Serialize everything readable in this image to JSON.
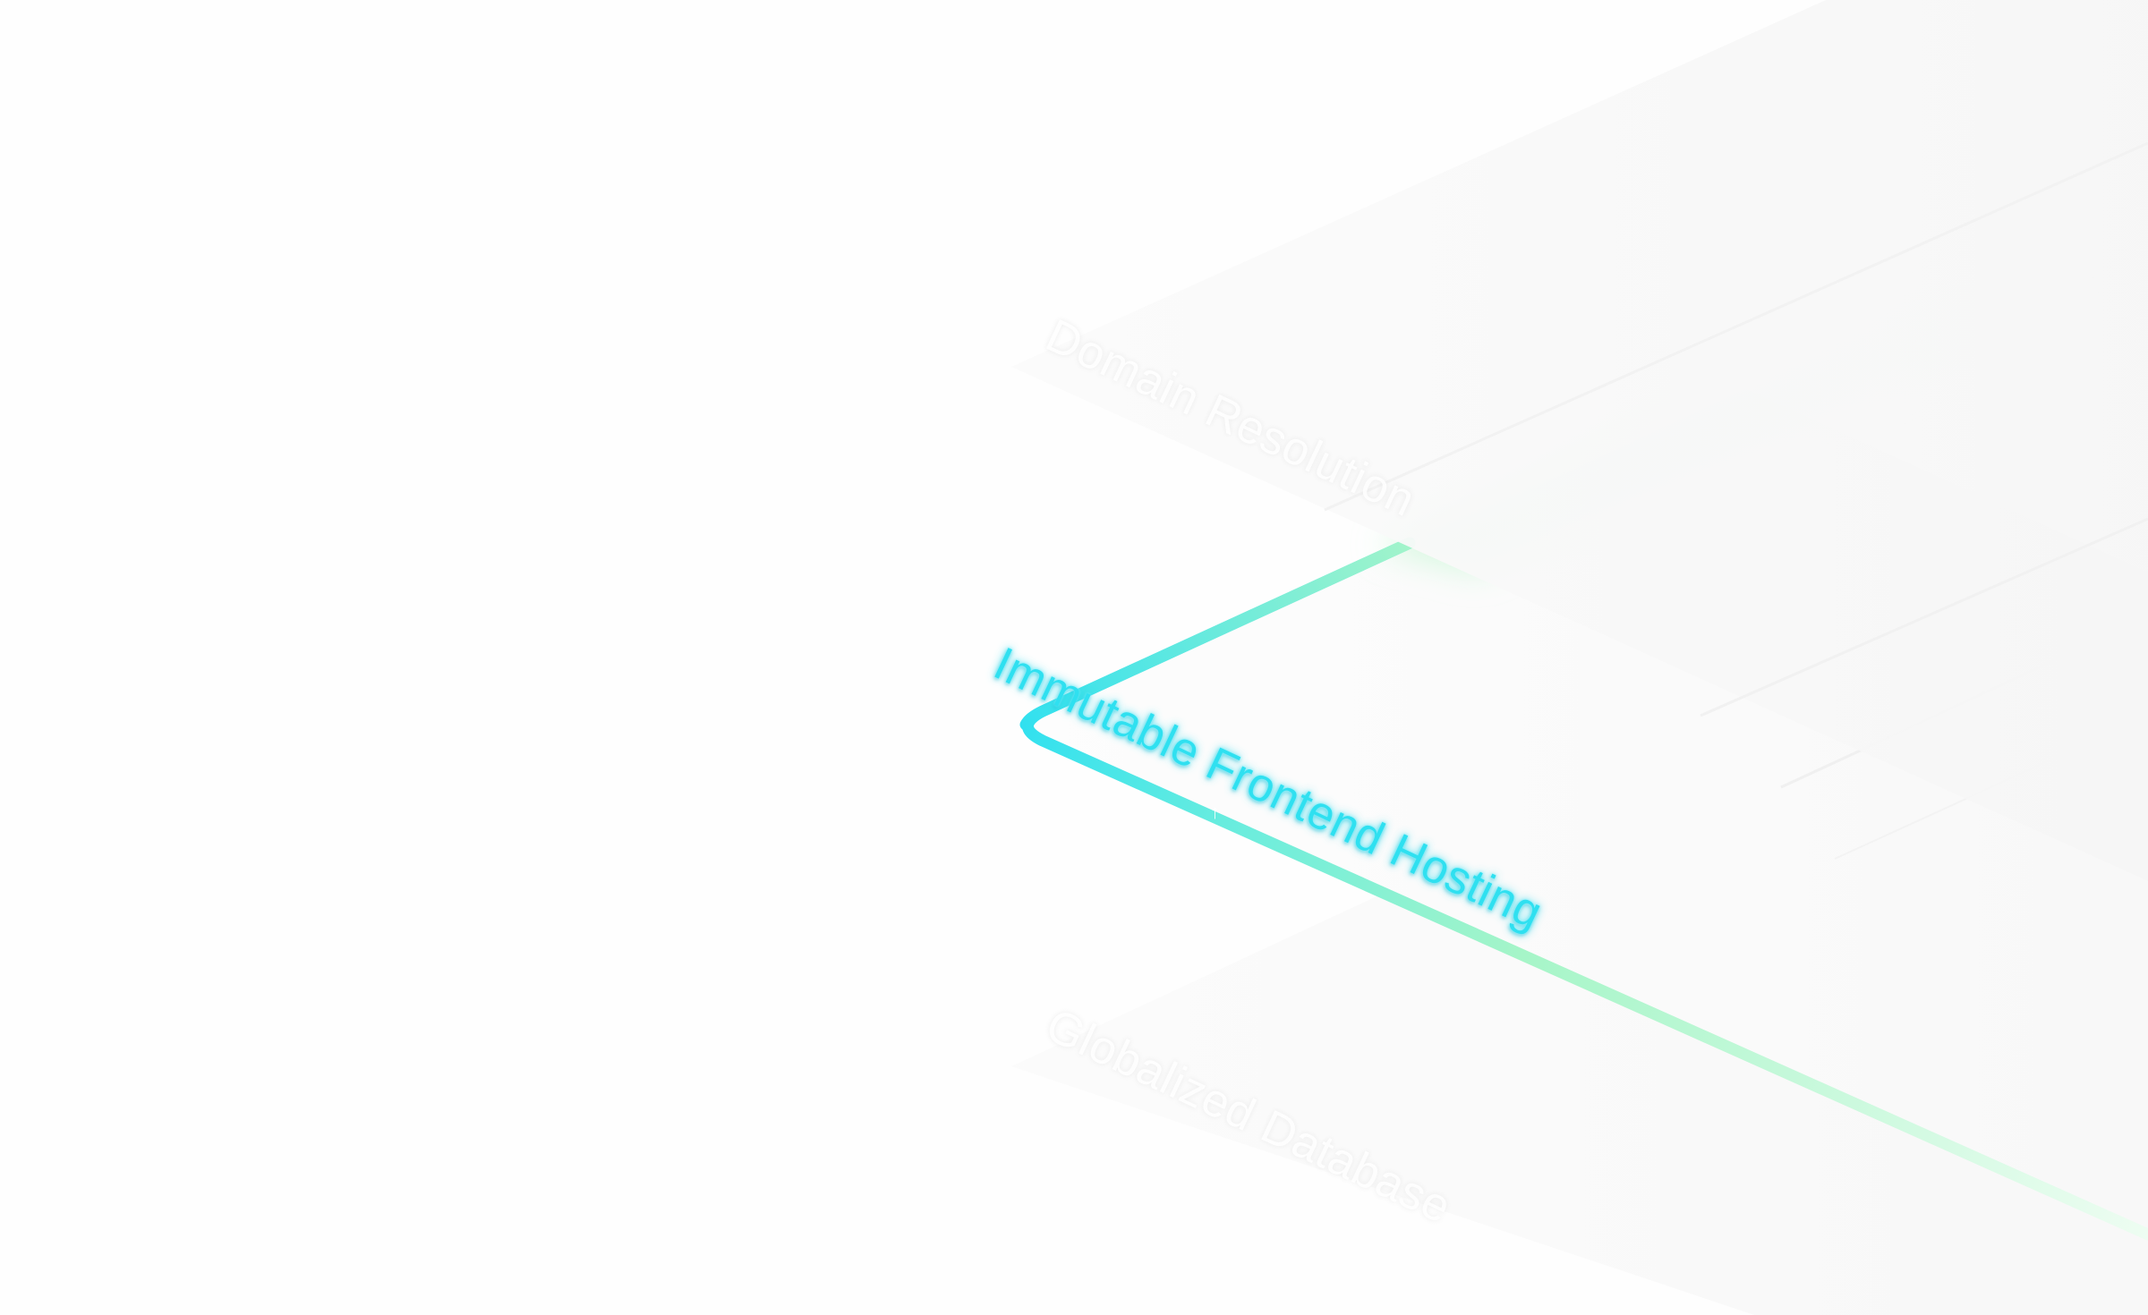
{
  "layers": [
    {
      "id": "top",
      "label": "Domain Resolution",
      "state": "dimmed"
    },
    {
      "id": "middle",
      "label": "Immutable Frontend Hosting",
      "state": "active"
    },
    {
      "id": "bottom",
      "label": "Globalized Database",
      "state": "dimmed"
    }
  ],
  "colors": {
    "background": "#fefefe",
    "layer_fill": "#f9f9f9",
    "active_cyan": "#2fe0f0",
    "active_green": "#a8f5c8"
  }
}
